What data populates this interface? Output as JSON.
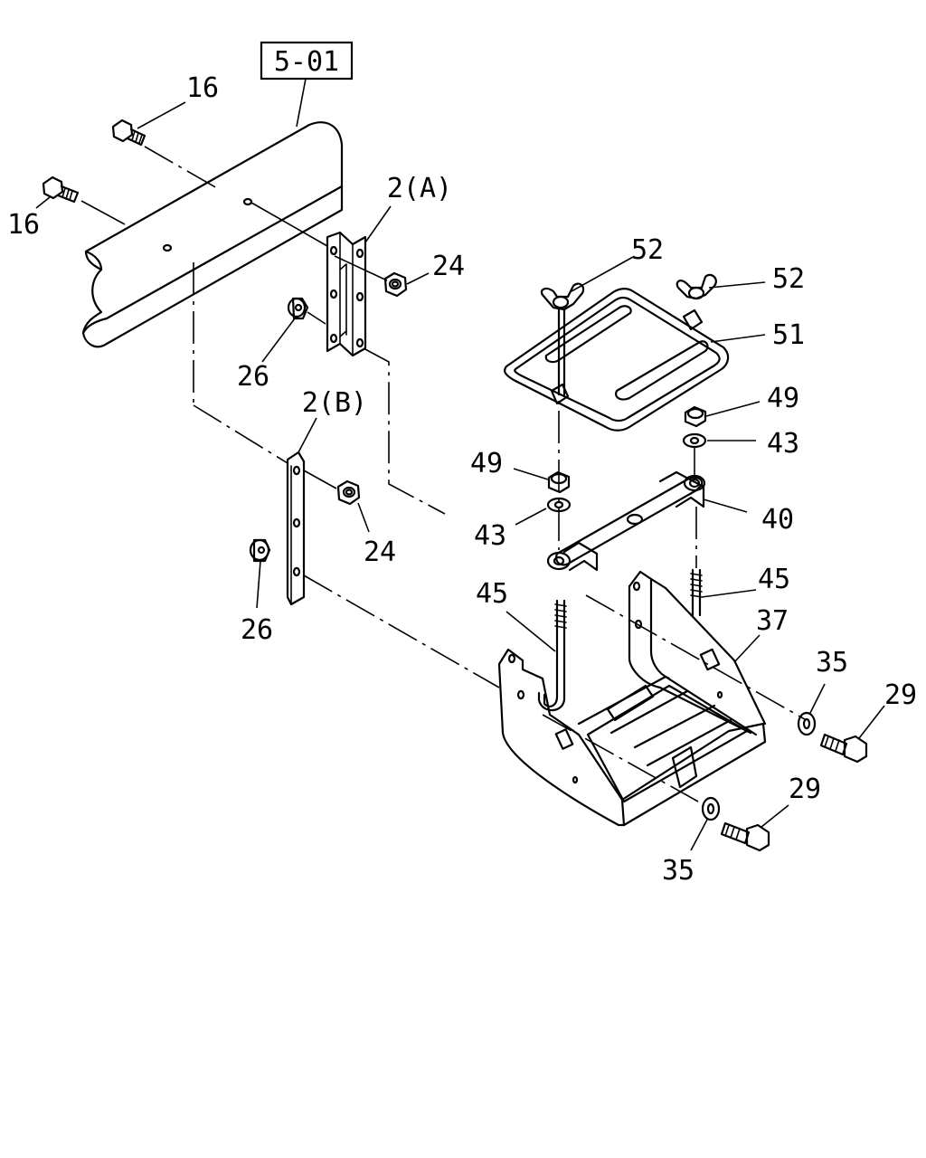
{
  "reference": "5-01",
  "callouts": {
    "c16a": "16",
    "c16b": "16",
    "c2a": "2(A)",
    "c24a": "24",
    "c26a": "26",
    "c2b": "2(B)",
    "c24b": "24",
    "c26b": "26",
    "c52a": "52",
    "c52b": "52",
    "c51": "51",
    "c49a": "49",
    "c43a": "43",
    "c49b": "49",
    "c43b": "43",
    "c40": "40",
    "c45a": "45",
    "c45b": "45",
    "c37": "37",
    "c35a": "35",
    "c29a": "29",
    "c29b": "29",
    "c35b": "35"
  },
  "colors": {
    "line": "#000000",
    "background": "#ffffff"
  }
}
